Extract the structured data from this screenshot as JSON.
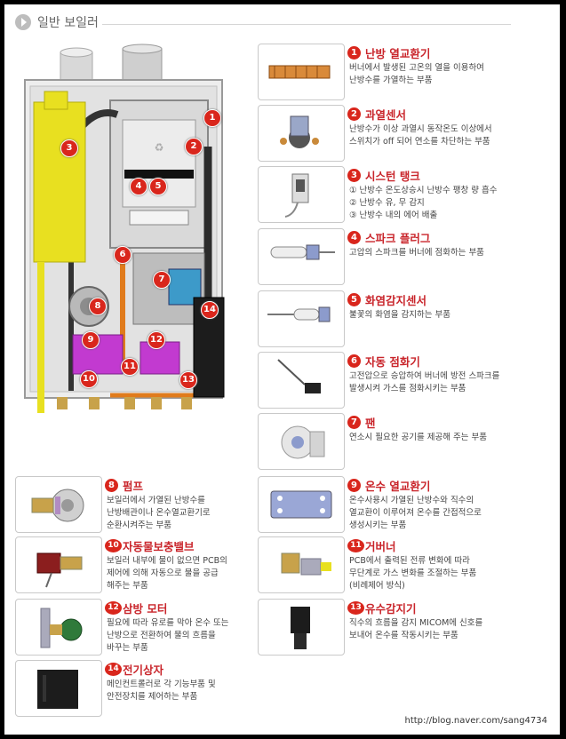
{
  "header": {
    "title": "일반 보일러"
  },
  "parts": [
    {
      "num": "1",
      "title": "난방 열교환기",
      "lines": [
        "버너에서 발생된 고온의 열을 이용하여",
        "난방수를 가열하는 부품"
      ],
      "icon": "heat-exchanger-icon"
    },
    {
      "num": "2",
      "title": "과열센서",
      "lines": [
        "난방수가 이상 과열시 동작온도 이상에서",
        "스위치가 off 되어 연소를 차단하는 부품"
      ],
      "icon": "overheat-sensor-icon"
    },
    {
      "num": "3",
      "title": "시스턴 탱크",
      "lines": [
        "① 난방수 온도상승시 난방수 팽창 량 흡수",
        "② 난방수 유, 무 감지",
        "③ 난방수 내의 에어 배출"
      ],
      "icon": "cistern-tank-icon"
    },
    {
      "num": "4",
      "title": "스파크 플러그",
      "lines": [
        "고압의 스파크를 버너에 점화하는 부품"
      ],
      "icon": "spark-plug-icon"
    },
    {
      "num": "5",
      "title": "화염감지센서",
      "lines": [
        "불꽃의 화염을 감지하는 부품"
      ],
      "icon": "flame-sensor-icon"
    },
    {
      "num": "6",
      "title": "자동 점화기",
      "lines": [
        "고전압으로 승압하여 버너에 방전 스파크를",
        "발생시켜 가스를 점화시키는 부품"
      ],
      "icon": "igniter-icon"
    },
    {
      "num": "7",
      "title": "팬",
      "lines": [
        "연소시 필요한 공기를 제공해 주는 부품"
      ],
      "icon": "fan-icon"
    },
    {
      "num": "8",
      "title": "펌프",
      "lines": [
        "보일러에서 가열된 난방수를",
        "난방배관이나 온수열교환기로",
        "순환시켜주는 부품"
      ],
      "icon": "pump-icon"
    },
    {
      "num": "9",
      "title": "온수 열교환기",
      "lines": [
        "온수사용시 가열된 난방수와 직수의",
        "열교환이 이루어져 온수를 간접적으로",
        "생성시키는 부품"
      ],
      "icon": "dhw-heat-exchanger-icon"
    },
    {
      "num": "10",
      "title": "자동물보충밸브",
      "lines": [
        "보일러 내부에 물이 없으면 PCB의",
        "제어에 의해 자동으로 물을 공급",
        "해주는 부품"
      ],
      "icon": "refill-valve-icon"
    },
    {
      "num": "11",
      "title": "거버너",
      "lines": [
        "PCB에서 출력된 전류 변화에 따라",
        "무단계로 가스 변화를 조절하는 부품",
        "(비례제어 방식)"
      ],
      "icon": "governor-icon"
    },
    {
      "num": "12",
      "title": "삼방 모터",
      "lines": [
        "필요에 따라 유로를 막아 온수 또는",
        "난방으로 전환하여 물의 흐름을",
        "바꾸는 부품"
      ],
      "icon": "three-way-motor-icon"
    },
    {
      "num": "13",
      "title": "유수감지기",
      "lines": [
        "직수의 흐름을 감지 MICOM에 신호를",
        "보내어 온수를 작동시키는 부품"
      ],
      "icon": "flow-sensor-icon"
    },
    {
      "num": "14",
      "title": "전기상자",
      "lines": [
        "메인컨트롤러로 각 기능부품 및",
        "안전장치를 제어하는 부품"
      ],
      "icon": "electric-box-icon"
    }
  ],
  "boiler_marks": [
    "1",
    "2",
    "3",
    "4",
    "5",
    "6",
    "7",
    "8",
    "9",
    "10",
    "11",
    "12",
    "13",
    "14"
  ],
  "colors": {
    "accent": "#d9261c",
    "title_red": "#c9252b",
    "tank_yellow": "#e8e020",
    "frame": "#000000"
  },
  "credit": "http://blog.naver.com/sang4734"
}
